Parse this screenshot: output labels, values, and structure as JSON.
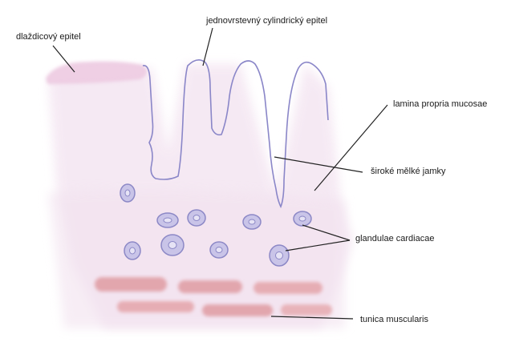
{
  "labels": {
    "dlazdicovy_epitel": "dlaždicový epitel",
    "jednovrstevny_cylindricky_epitel": "jednovrstevný cylindrický epitel",
    "lamina_propria_mucosae": "lamina propria mucosae",
    "siroke_melke_jamky": "široké mělké jamky",
    "glandulae_cardiacae": "glandulae cardiacae",
    "tunica_muscularis": "tunica muscularis"
  },
  "colors": {
    "mucosa_tint": "#f4e6f2",
    "epithelium_outline": "#8a86c8",
    "squamous_fill": "#efcfe4",
    "gland_fill": "#c9c4e8",
    "gland_outline": "#8c88c6",
    "muscle_fill": "#e2a6ad",
    "leader_line": "#222222"
  }
}
